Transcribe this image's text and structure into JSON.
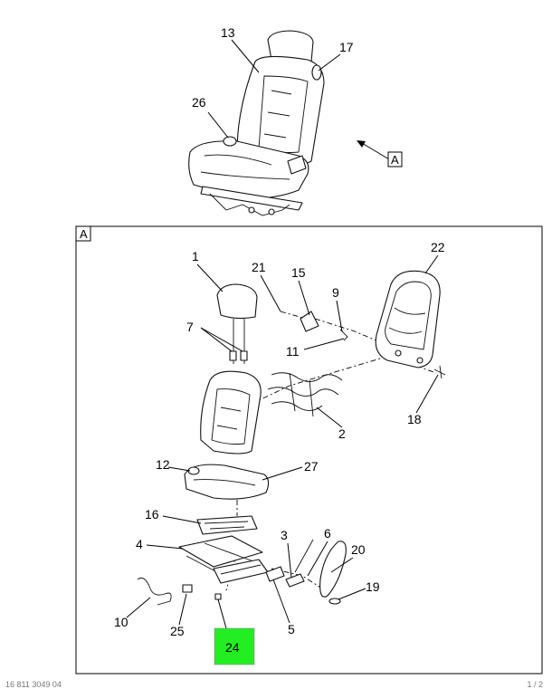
{
  "view_tag": "A",
  "highlight_color": "#22ee22",
  "callouts": {
    "c1": "1",
    "c2": "2",
    "c3": "3",
    "c4": "4",
    "c5": "5",
    "c6": "6",
    "c7": "7",
    "c9": "9",
    "c10": "10",
    "c11": "11",
    "c12": "12",
    "c13": "13",
    "c15": "15",
    "c16": "16",
    "c17": "17",
    "c18": "18",
    "c19": "19",
    "c20": "20",
    "c21": "21",
    "c22": "22",
    "c24": "24",
    "c25": "25",
    "c26": "26",
    "c27": "27"
  },
  "footer": {
    "left": "16 811 3049 04",
    "right": "1 / 2"
  }
}
